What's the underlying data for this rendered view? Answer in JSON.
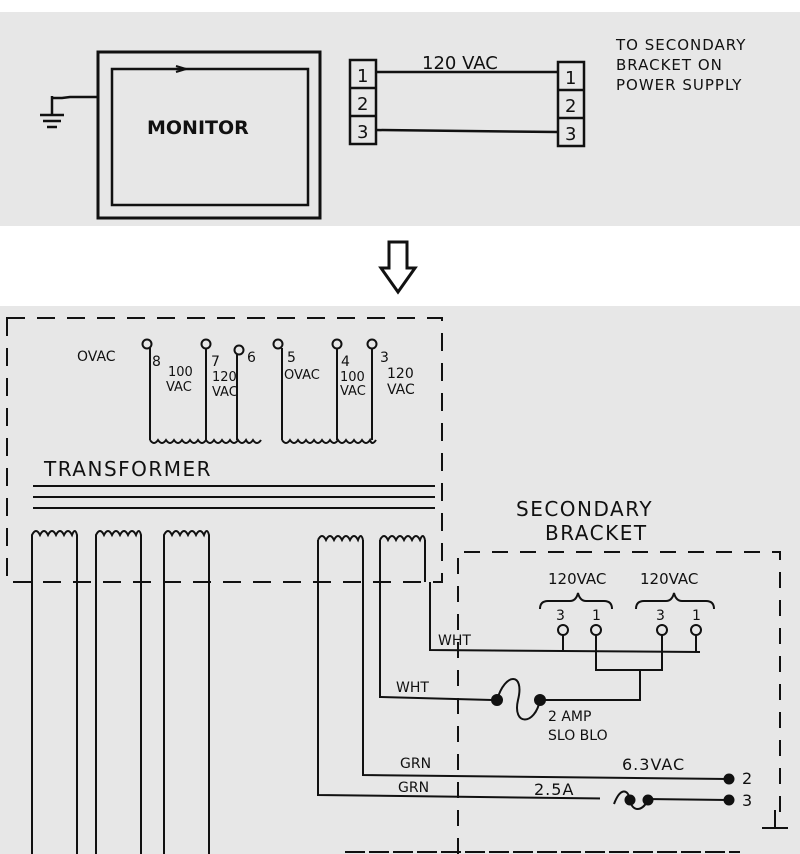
{
  "top": {
    "monitor_label": "MONITOR",
    "terminals_left": [
      "1",
      "2",
      "3"
    ],
    "terminals_right": [
      "1",
      "2",
      "3"
    ],
    "voltage_label": "120 VAC",
    "note_lines": [
      "TO SECONDARY",
      "BRACKET ON",
      "POWER SUPPLY"
    ]
  },
  "arrow": {
    "icon": "down-arrow-icon"
  },
  "bottom": {
    "transformer_label": "TRANSFORMER",
    "taps": {
      "t8": "8",
      "t7": "7",
      "t6": "6",
      "t5": "5",
      "t4": "4",
      "t3": "3",
      "ovac_left": "OVAC",
      "v100_a": "100",
      "vac_a": "VAC",
      "v120_a": "120",
      "vac_b": "VAC",
      "ovac_mid": "OVAC",
      "v100_b": "100",
      "vac_c": "VAC",
      "v120_b": "120",
      "vac_d": "VAC"
    },
    "secondary_bracket": [
      "SECONDARY",
      "BRACKET"
    ],
    "bracket_120vac_left": "120VAC",
    "bracket_120vac_right": "120VAC",
    "bracket_terminals": [
      "3",
      "1",
      "3",
      "1"
    ],
    "wire_wht_1": "WHT",
    "wire_wht_2": "WHT",
    "fuse_2amp": [
      "2 AMP",
      "SLO BLO"
    ],
    "wire_grn_1": "GRN",
    "wire_grn_2": "GRN",
    "label_63vac": "6.3VAC",
    "label_25a": "2.5A",
    "pin_2": "2",
    "pin_3": "3"
  }
}
